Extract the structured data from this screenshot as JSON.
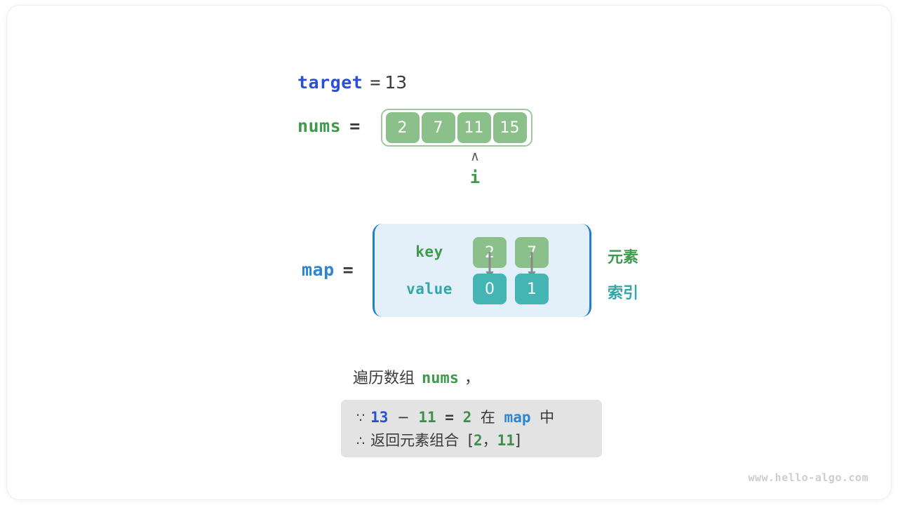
{
  "diagram": {
    "target": {
      "name": "target",
      "equals": "=",
      "value": "13"
    },
    "nums": {
      "name": "nums",
      "equals": "=",
      "cells": [
        "2",
        "7",
        "11",
        "15"
      ],
      "pointer": {
        "caret": "∧",
        "label": "i",
        "index": 2
      }
    },
    "map": {
      "name": "map",
      "equals": "=",
      "row_labels": {
        "key": "key",
        "value": "value"
      },
      "keys": [
        "2",
        "7"
      ],
      "values": [
        "0",
        "1"
      ],
      "side_labels": {
        "element": "元素",
        "index": "索引"
      }
    },
    "caption": {
      "prefix": "遍历数组",
      "variable": "nums",
      "suffix": "，"
    },
    "conclusion": {
      "line1": {
        "symbol": "∵",
        "a": "13",
        "minus": "−",
        "b": "11",
        "eq": "=",
        "result": "2",
        "zai": "在",
        "map": "map",
        "zhong": "中"
      },
      "line2": {
        "symbol": "∴",
        "text": "返回元素组合",
        "bracket_open": "[",
        "first": "2",
        "comma": "，",
        "second": "11",
        "bracket_close": "]"
      }
    },
    "watermark": "www.hello-algo.com"
  },
  "colors": {
    "target_blue": "#2b4fd4",
    "nums_green": "#3f9a4e",
    "map_blue": "#2e86d0",
    "cell_green": "#8cc08a",
    "cell_teal": "#44b5b3",
    "map_bg": "#e3eff9",
    "map_border": "#2080c8",
    "conclusion_bg": "#e3e3e3",
    "text_dark": "#3a3a3a"
  }
}
